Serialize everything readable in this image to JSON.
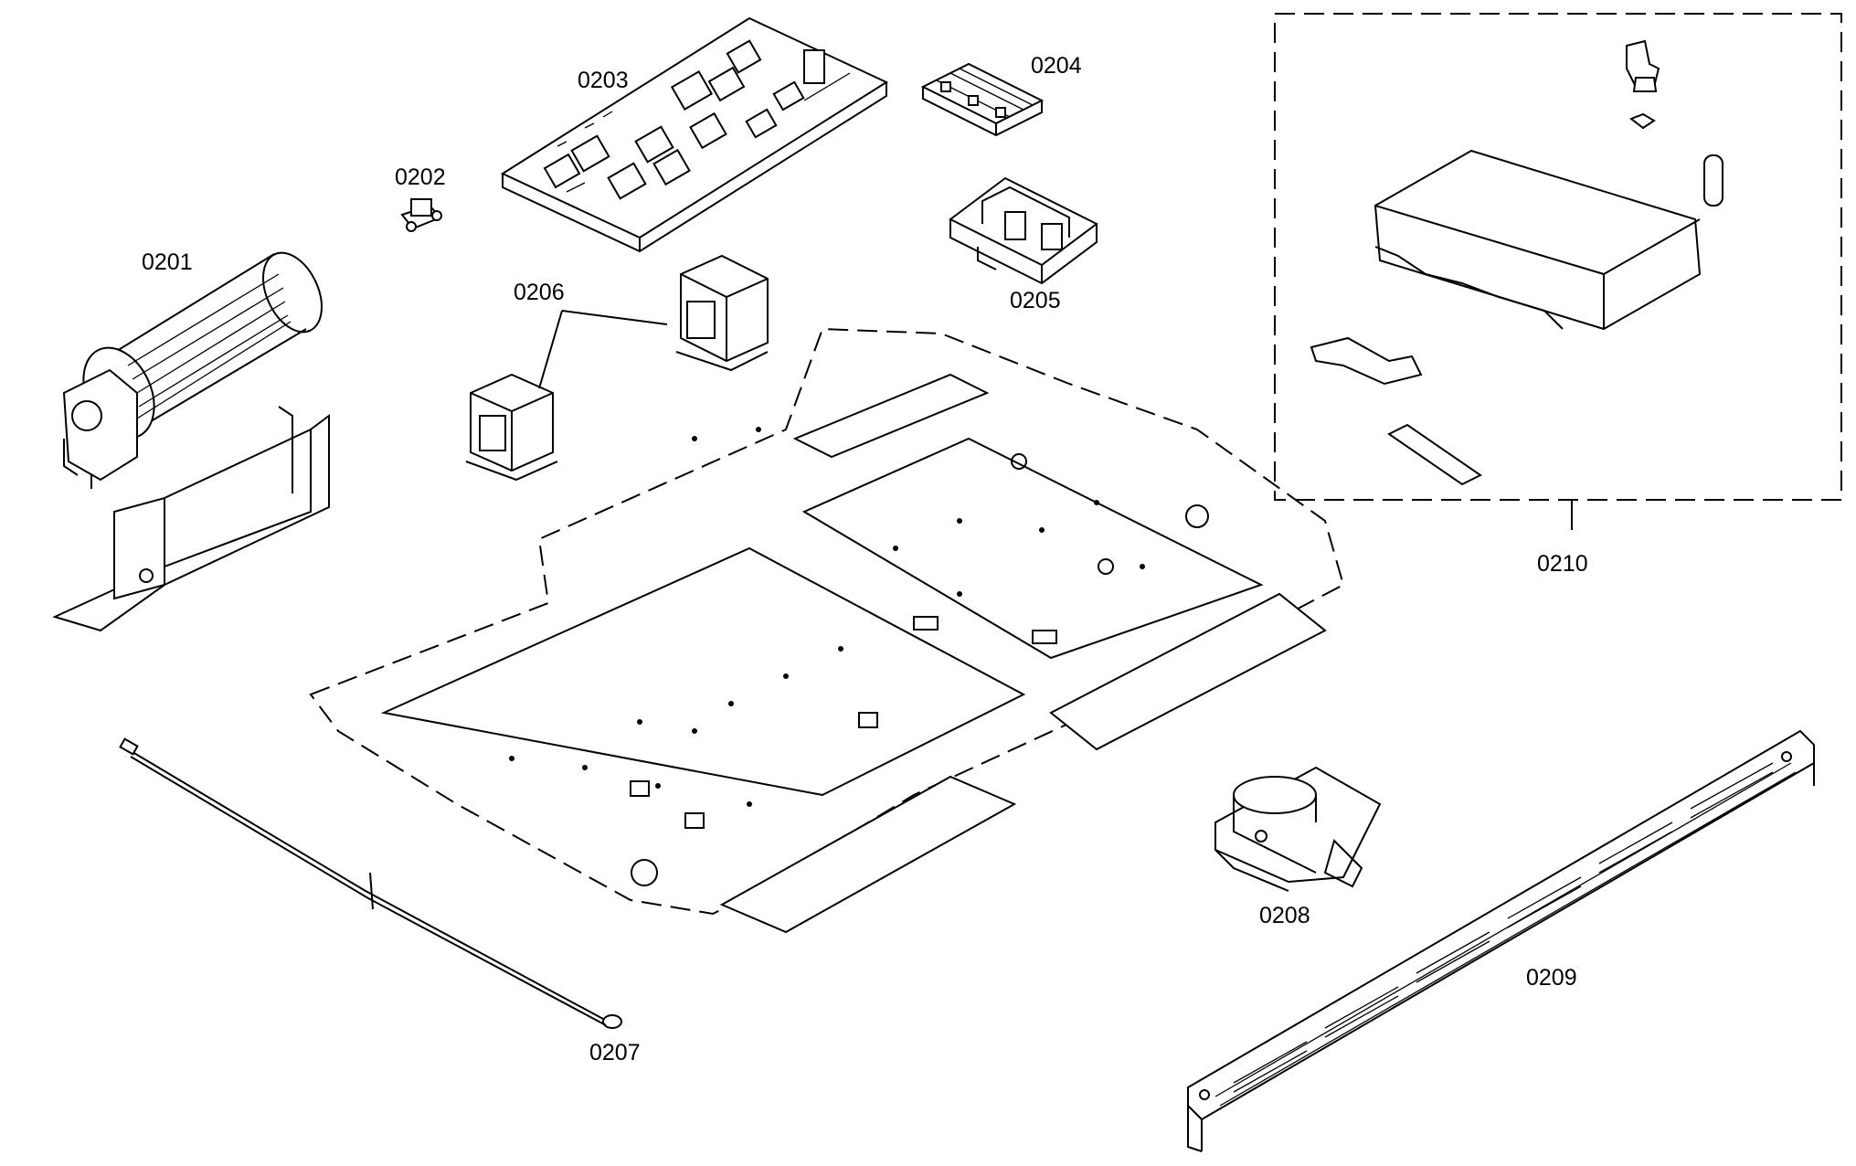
{
  "parts": [
    {
      "id": "p0201",
      "name": "blower-fan-part",
      "label": "0201"
    },
    {
      "id": "p0202",
      "name": "thermostat-part",
      "label": "0202"
    },
    {
      "id": "p0203",
      "name": "control-board-part",
      "label": "0203"
    },
    {
      "id": "p0204",
      "name": "terminal-block-part",
      "label": "0204"
    },
    {
      "id": "p0205",
      "name": "relay-block-part",
      "label": "0205"
    },
    {
      "id": "p0206",
      "name": "transformer-part",
      "label": "0206"
    },
    {
      "id": "p0207",
      "name": "wire-harness-part",
      "label": "0207"
    },
    {
      "id": "p0208",
      "name": "door-lock-motor-part",
      "label": "0208"
    },
    {
      "id": "p0209",
      "name": "vent-trim-part",
      "label": "0209"
    },
    {
      "id": "p0210",
      "name": "bracket-assembly-kit",
      "label": "0210"
    }
  ]
}
